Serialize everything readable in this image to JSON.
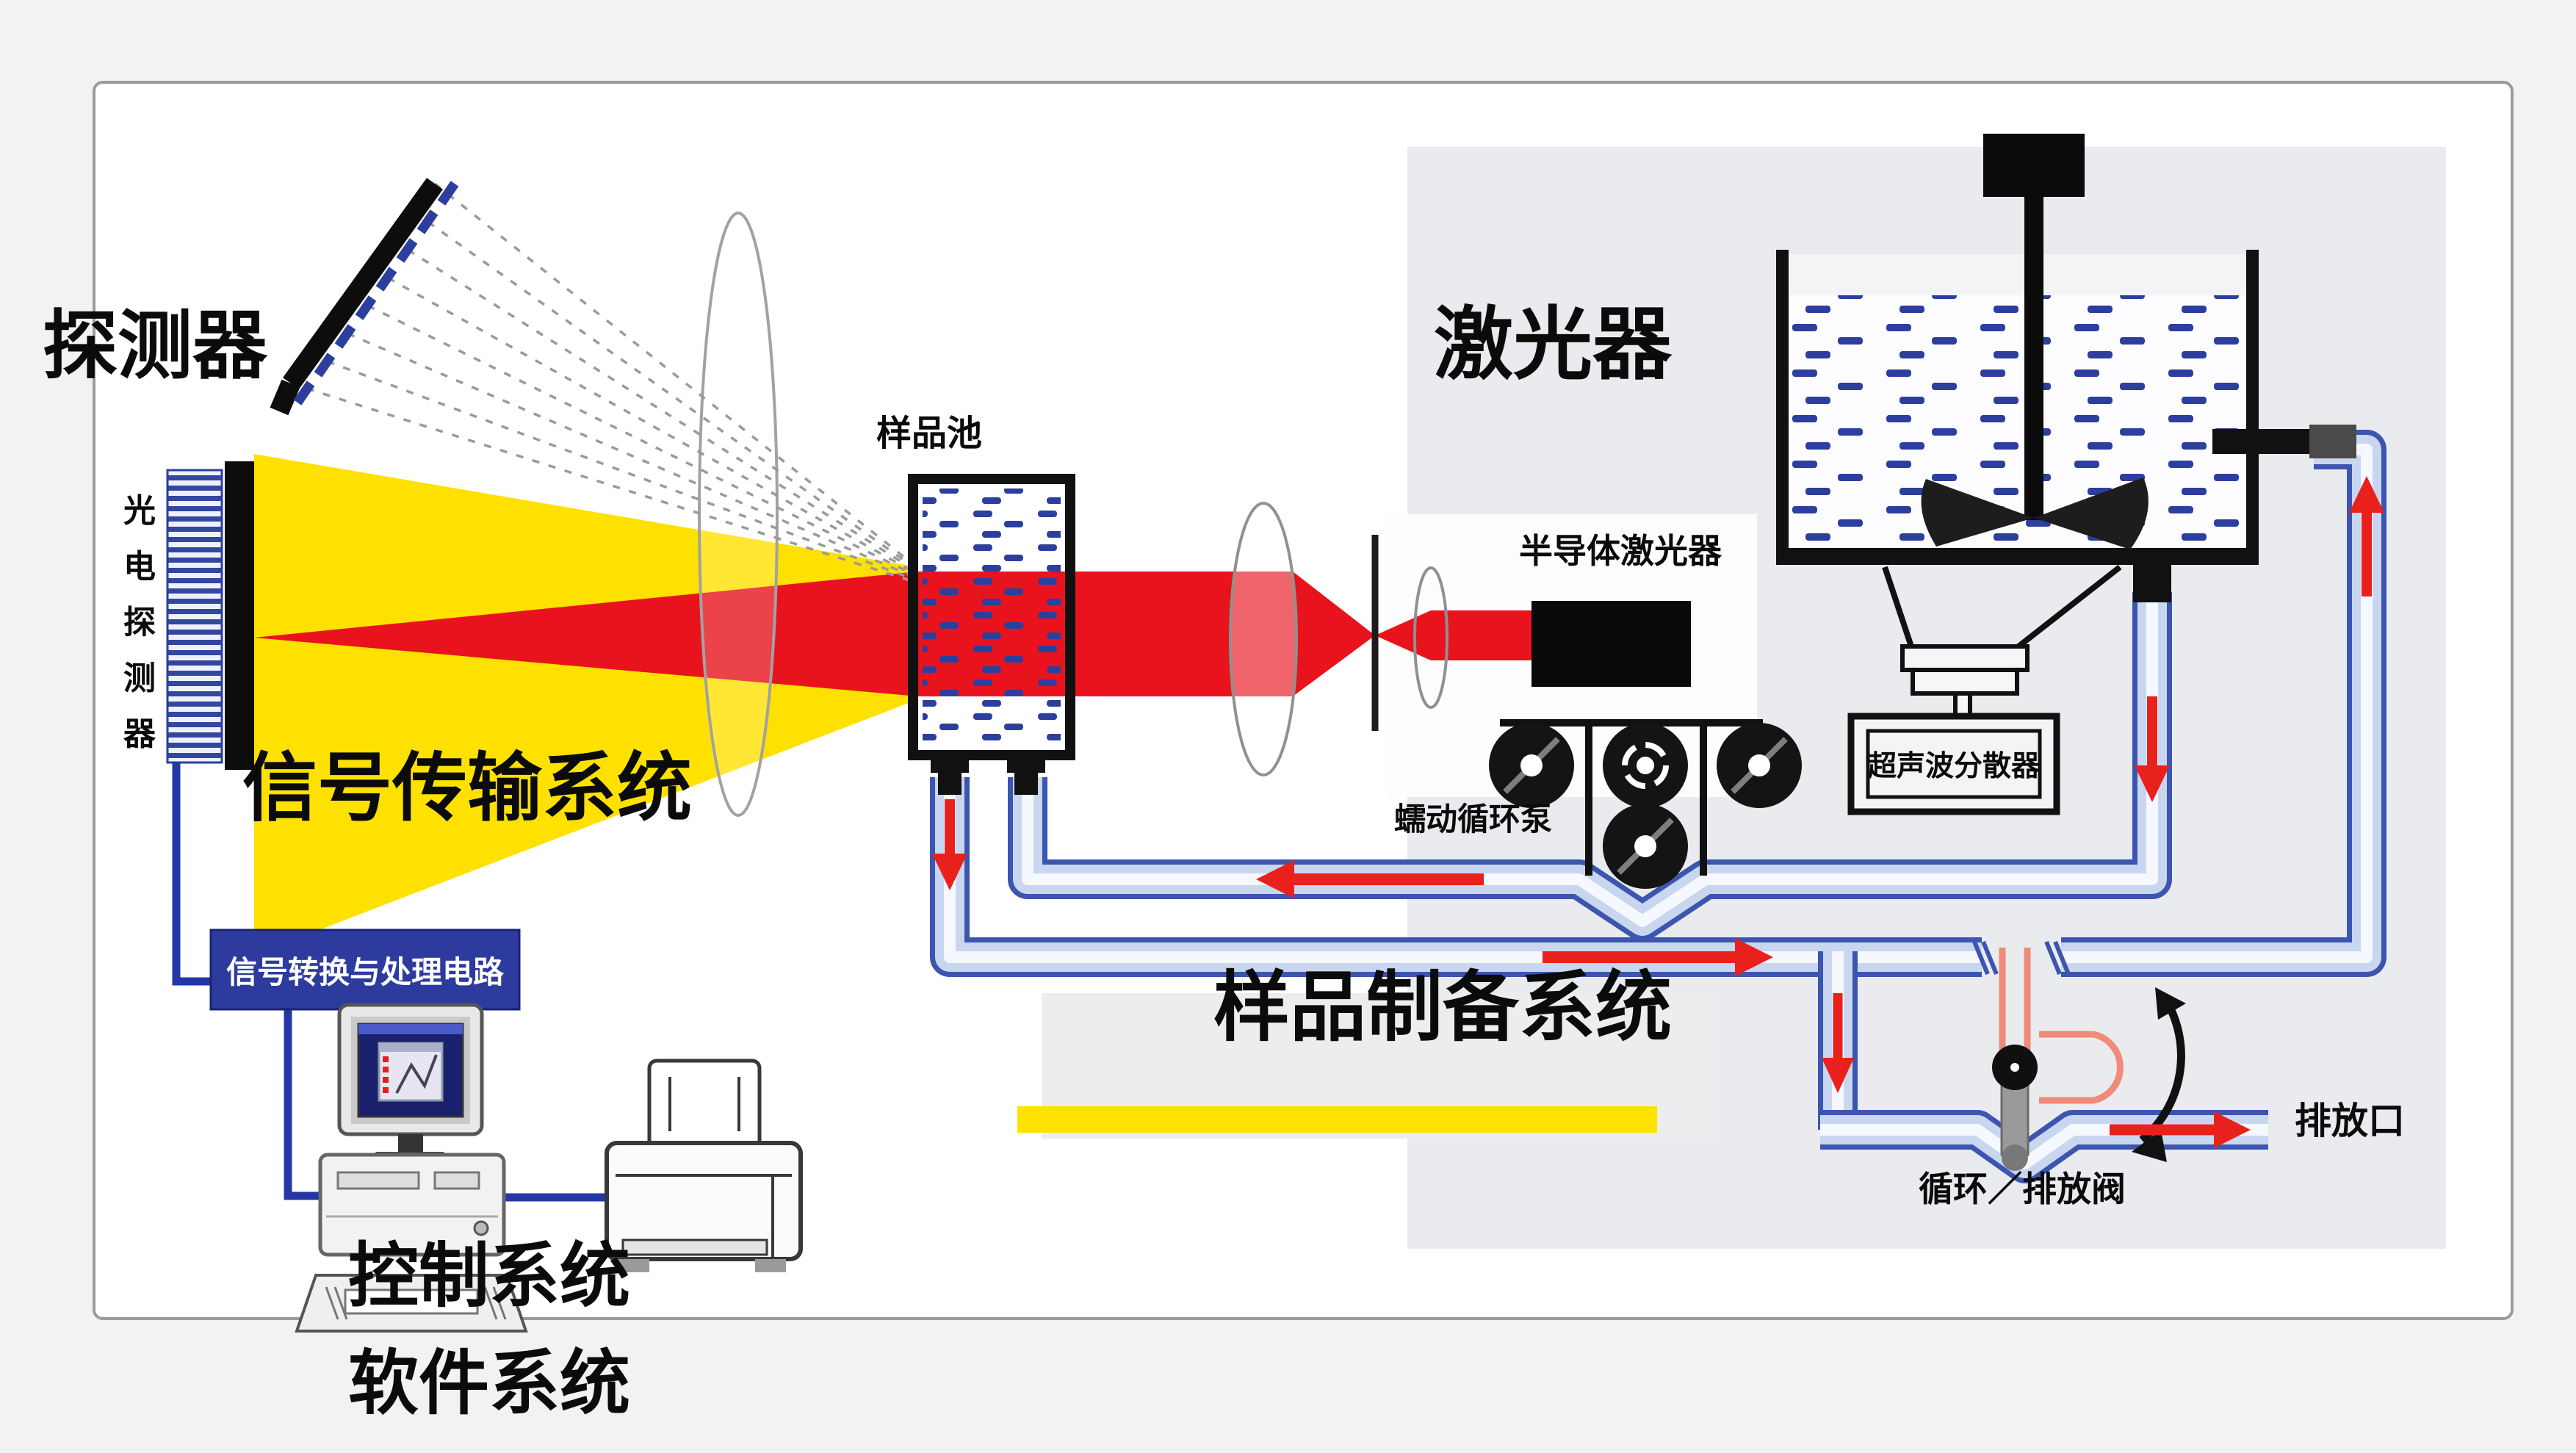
{
  "diagram": {
    "labels": {
      "detector": "探测器",
      "photodetector_vertical": "光电探测器",
      "signal_transmission": "信号传输系统",
      "signal_conversion_box": "信号转换与处理电路",
      "control_system": "控制系统",
      "software_system": "软件系统",
      "sample_cell": "样品池",
      "laser": "激光器",
      "semiconductor_laser": "半导体激光器",
      "peristaltic_pump": "蠕动循环泵",
      "ultrasonic_disperser": "超声波分散器",
      "sample_preparation": "样品制备系统",
      "circulation_drain_valve": "循环／排放阀",
      "drain_outlet": "排放口"
    },
    "colors": {
      "background": "#f2f2f4",
      "panel_gray": "#e9ebee",
      "beam_yellow": "#ffe100",
      "beam_red": "#e8131c",
      "arrow_red": "#e8211c",
      "pipe_blue": "#3c55ae",
      "pipe_inner": "#c9d6f0",
      "signal_box_blue": "#2e3b9e",
      "wire_blue": "#2338a6",
      "particle_blue": "#2c3f9e",
      "valve_salmon": "#ef8b78"
    }
  }
}
